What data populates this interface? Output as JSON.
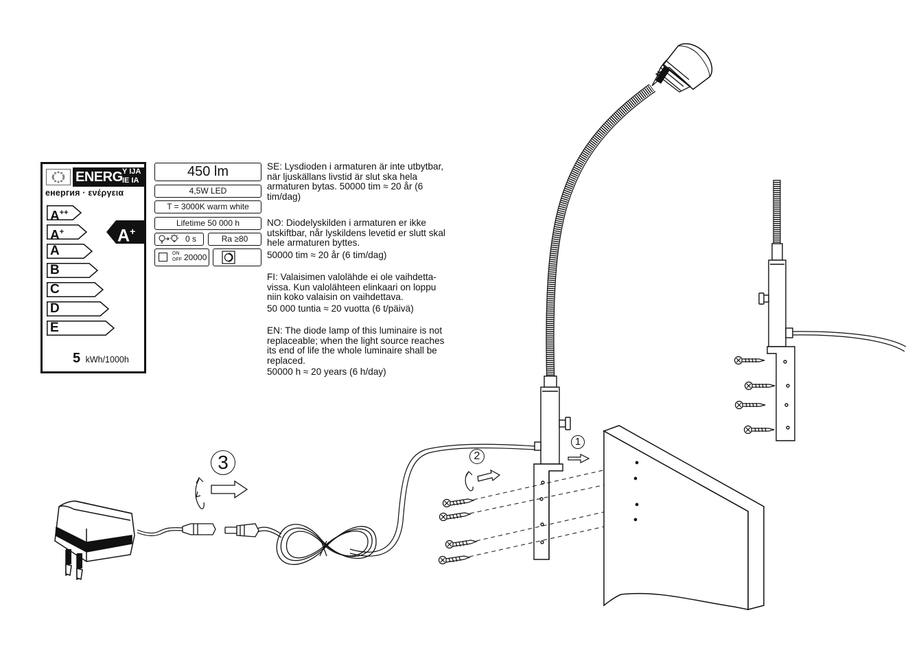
{
  "energy_label": {
    "energ_main": "ENERG",
    "energ_suffix_1": "Y IJA",
    "energ_suffix_2": "IE IA",
    "energy_word": "енергия · ενέργεια",
    "classes": [
      "A++",
      "A+",
      "A",
      "B",
      "C",
      "D",
      "E"
    ],
    "rating": "A+",
    "consumption_value": "5",
    "consumption_unit": "kWh/1000h"
  },
  "specs": {
    "lumen": "450 lm",
    "power": "4,5W  LED",
    "color_temperature": "T = 3000K warm white",
    "lifetime": "Lifetime  50 000 h",
    "warmup": "0 s",
    "cri": "Ra ≥80",
    "switch_on": "ON",
    "switch_off": "OFF",
    "switch_cycles": "20000"
  },
  "notes": {
    "se": [
      "SE: Lysdioden i armaturen är inte utbytbar,",
      "när ljuskällans livstid är slut ska hela",
      "armaturen bytas. 50000 tim ≈ 20 år (6",
      "tim/dag)"
    ],
    "no": [
      "NO: Diodelyskilden i armaturen er ikke",
      "utskiftbar, når lyskildens levetid er slutt skal",
      "hele armaturen byttes.",
      "50000 tim ≈ 20 år (6 tim/dag)"
    ],
    "fi": [
      "FI: Valaisimen valolähde ei ole vaihdetta-",
      "vissa. Kun valolähteen elinkaari on loppu",
      "niin koko valaisin on vaihdettava.",
      "50 000 tuntia ≈ 20 vuotta (6 t/päivä)"
    ],
    "en": [
      "EN: The diode lamp of this luminaire is not",
      "replaceable; when the light source reaches",
      "its end of life the whole luminaire shall be",
      "replaced.",
      "50000 h ≈ 20 years (6 h/day)"
    ]
  },
  "steps": {
    "one": "1",
    "two": "2",
    "three": "3"
  },
  "colors": {
    "ink": "#111111",
    "paper": "#ffffff"
  },
  "icons": [
    "eu-flag-icon",
    "bulb-warmup-icon",
    "dimmer-icon",
    "switch-cycle-icon"
  ]
}
